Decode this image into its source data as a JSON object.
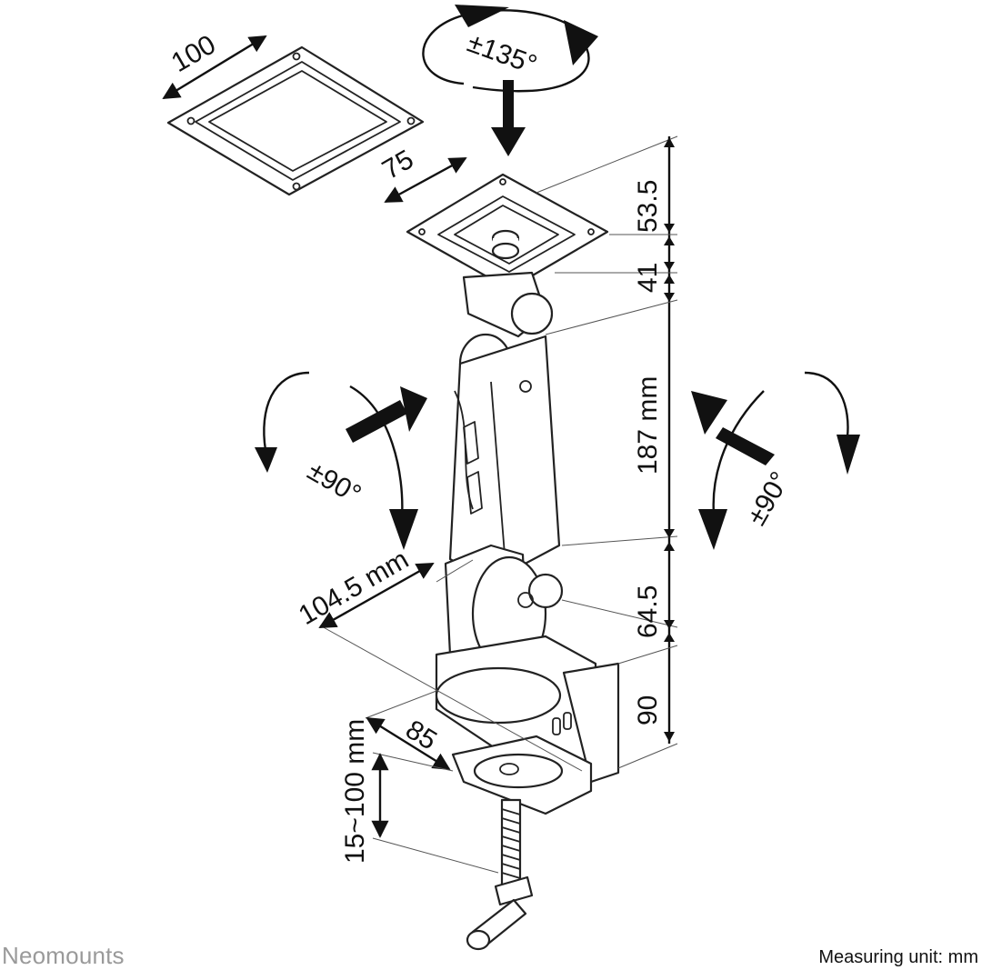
{
  "labels": {
    "rotation_top": "±135°",
    "tilt_left": "±90°",
    "tilt_right": "±90°",
    "plate_large": "100",
    "plate_small": "75",
    "height_top_plate": "53.5",
    "height_joint": "41",
    "height_arm": "187 mm",
    "height_lower_joint": "64.5",
    "height_clamp": "90",
    "reach_arm": "104.5 mm",
    "clamp_depth": "85",
    "clamp_range": "15~100 mm"
  },
  "footer": {
    "brand": "Neomounts",
    "unit": "Measuring unit: mm"
  },
  "colors": {
    "stroke": "#111111",
    "brand": "#9a9a9a"
  }
}
